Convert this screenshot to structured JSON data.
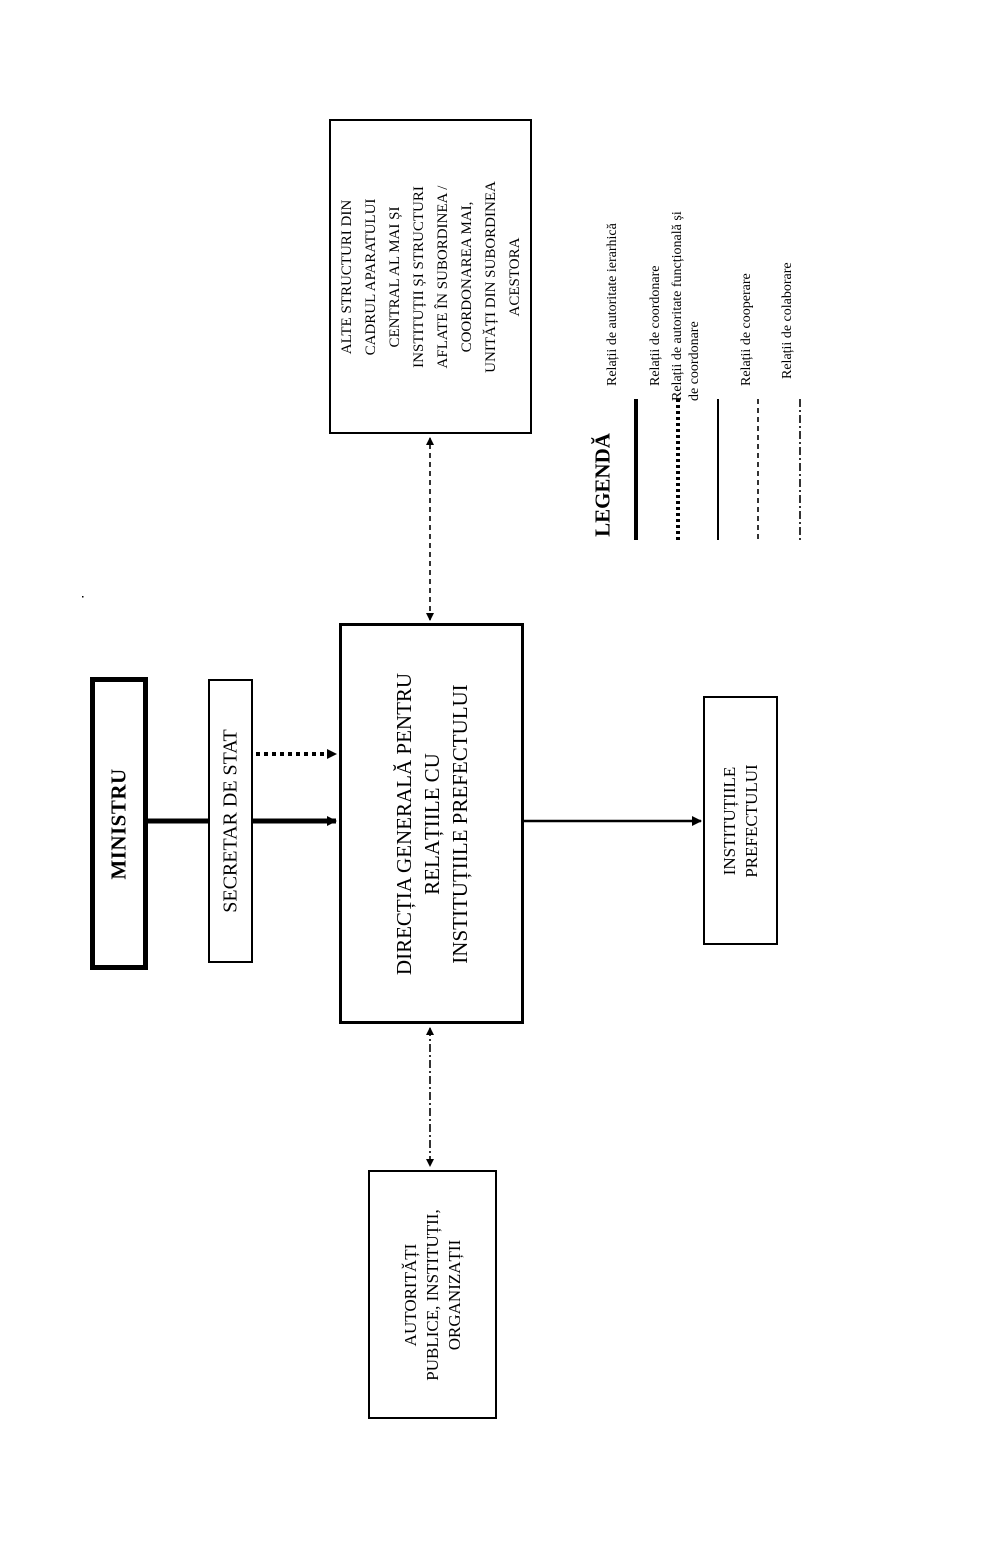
{
  "diagram": {
    "boxes": {
      "ministru": "MINISTRU",
      "secretar": "SECRETAR DE STAT",
      "directia": [
        "DIRECȚIA GENERALĂ PENTRU",
        "RELAȚIILE CU",
        "INSTITUȚIILE PREFECTULUI"
      ],
      "alte_structuri": [
        "ALTE STRUCTURI DIN",
        "CADRUL APARATULUI",
        "CENTRAL AL MAI ȘI",
        "INSTITUȚII ȘI STRUCTURI",
        "AFLATE ÎN SUBORDINEA /",
        "COORDONAREA MAI,",
        "UNITĂȚI DIN SUBORDINEA",
        "ACESTORA"
      ],
      "institutiile": [
        "INSTITUȚIILE",
        "PREFECTULUI"
      ],
      "autoritati": [
        "AUTORITĂȚI",
        "PUBLICE, INSTITUȚII,",
        "ORGANIZAȚII"
      ]
    },
    "legend": {
      "title": "LEGENDĂ",
      "items": [
        {
          "style": "solid-thick",
          "label": "Relații de autoritate ierarhică"
        },
        {
          "style": "dotted-thick",
          "label": "Relații de coordonare"
        },
        {
          "style": "solid-thin",
          "label": "Relații de autoritate funcțională și",
          "label_cont": "de coordonare"
        },
        {
          "style": "dashed",
          "label": "Relații de cooperare"
        },
        {
          "style": "dash-dot",
          "label": "Relații de colaborare"
        }
      ]
    }
  }
}
